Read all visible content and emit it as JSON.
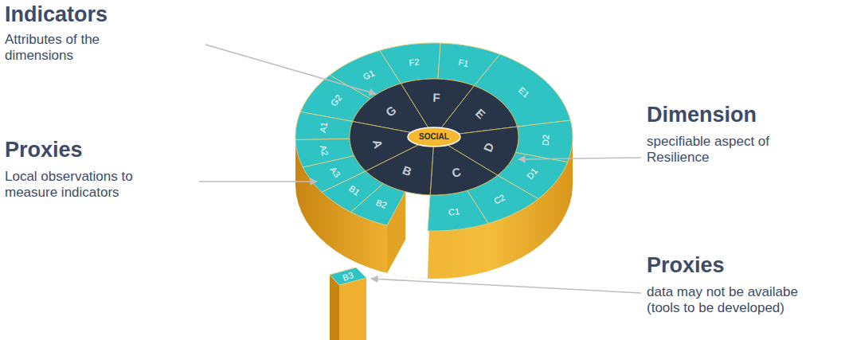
{
  "diagram": {
    "nodes": [
      {
        "text": [
          "SOCIAL"
        ]
      }
    ],
    "labels": [
      "Indicators",
      "Attributes of the dimensions",
      "Proxies",
      "Local observations to measure indicators",
      "Dimension",
      "specifiable aspect of Resilience",
      "Proxies",
      "data may not be availabe (tools to be developed)",
      "G",
      "F",
      "E",
      "D",
      "C",
      "B",
      "A",
      "G1",
      "F2",
      "F1",
      "E1",
      "D2",
      "D1",
      "C2",
      "C1",
      "B2",
      "B1",
      "A3",
      "A2",
      "A1",
      "G2",
      "B3"
    ]
  }
}
